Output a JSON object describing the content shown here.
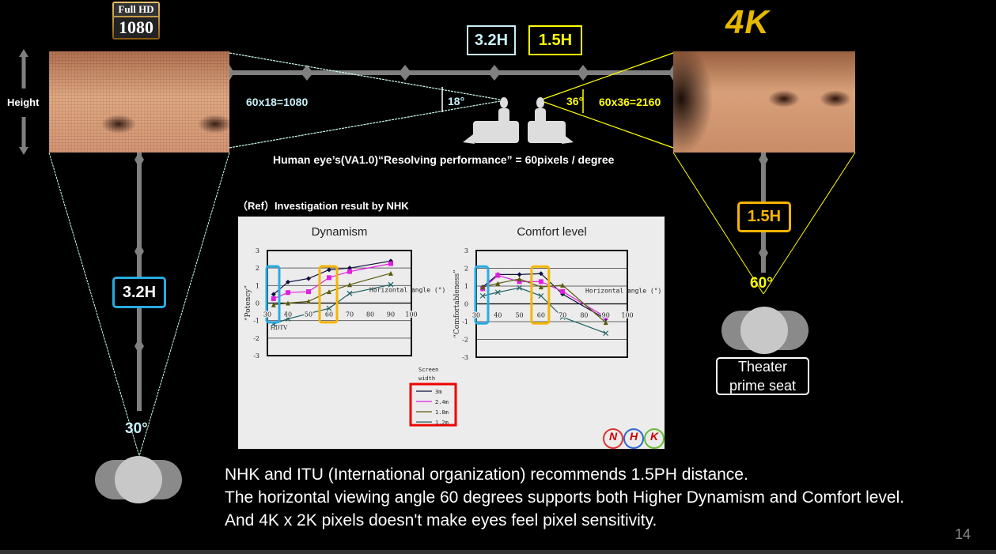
{
  "logos": {
    "fullhd_top": "Full HD",
    "fullhd_bottom": "1080",
    "k4": "4K",
    "nhk": [
      "N",
      "H",
      "K"
    ]
  },
  "left": {
    "height_label": "Height",
    "distance_label": "3.2H",
    "angle_label": "30°",
    "formula": "60x18=1080",
    "angle_small": "18°"
  },
  "right": {
    "distance_label": "1.5H",
    "angle_label": "60°",
    "seat_label": "Theater prime seat",
    "formula": "60x36=2160",
    "angle_small": "36°"
  },
  "top": {
    "callout_fhd": "3.2H",
    "callout_4k": "1.5H",
    "resolving_text": "Human eye’s(VA1.0)“Resolving performance” = 60pixels / degree"
  },
  "ref_label": "（Ref）Investigation result by NHK",
  "colors": {
    "cyan": "#29abe2",
    "orange": "#f7b500",
    "yellow": "#ffff00",
    "light_cyan": "#c8f0f8"
  },
  "chart_data": [
    {
      "type": "line",
      "title": "Dynamism",
      "ylabel": "“Potency”",
      "xlabel": "Horizontal angle (°)",
      "xlim": [
        30,
        100
      ],
      "ylim": [
        -3,
        3
      ],
      "xticks": [
        "30",
        "40",
        "50",
        "60",
        "70",
        "80",
        "90",
        "100"
      ],
      "yticks": [
        "3",
        "2",
        "1",
        "0",
        "-1",
        "-2",
        "-3"
      ],
      "annotation": "HDTV",
      "x": [
        33,
        40,
        50,
        60,
        70,
        90
      ],
      "series": [
        {
          "name": "3m",
          "values": [
            0.5,
            1.2,
            1.4,
            1.9,
            2.0,
            2.4
          ]
        },
        {
          "name": "2.4m",
          "values": [
            0.25,
            0.6,
            0.65,
            1.45,
            1.8,
            2.25
          ]
        },
        {
          "name": "1.8m",
          "values": [
            -0.1,
            0,
            0.1,
            0.65,
            1.05,
            1.7
          ]
        },
        {
          "name": "1.2m",
          "values": [
            -1.2,
            -0.9,
            -0.6,
            -0.3,
            0.55,
            1.05
          ]
        }
      ]
    },
    {
      "type": "line",
      "title": "Comfort level",
      "ylabel": "“Comfortableness”",
      "xlabel": "Horizontal angle (°)",
      "xlim": [
        30,
        100
      ],
      "ylim": [
        -3,
        3
      ],
      "xticks": [
        "30",
        "40",
        "50",
        "60",
        "70",
        "80",
        "90",
        "100"
      ],
      "yticks": [
        "3",
        "2",
        "1",
        "0",
        "-1",
        "-2",
        "-3"
      ],
      "x": [
        33,
        40,
        50,
        60,
        70,
        90
      ],
      "series": [
        {
          "name": "3m",
          "values": [
            0.95,
            1.65,
            1.65,
            1.7,
            0.55,
            -0.85
          ]
        },
        {
          "name": "2.4m",
          "values": [
            0.85,
            1.6,
            1.25,
            1.25,
            0.7,
            -0.75
          ]
        },
        {
          "name": "1.8m",
          "values": [
            0.95,
            1.15,
            1.4,
            0.95,
            1.05,
            -1.05
          ]
        },
        {
          "name": "1.2m",
          "values": [
            0.45,
            0.65,
            0.9,
            0.45,
            -0.75,
            -1.65
          ]
        }
      ]
    }
  ],
  "legend": {
    "title": "Screen width",
    "items": [
      "3m",
      "2.4m",
      "1.8m",
      "1.2m"
    ]
  },
  "series_colors": [
    "#101040",
    "#e020e0",
    "#5a5a10",
    "#206060"
  ],
  "bottom_text": [
    "NHK and ITU (International organization) recommends 1.5PH distance.",
    "The horizontal viewing angle 60 degrees supports both Higher Dynamism and Comfort level.",
    "And 4K x 2K pixels doesn't make eyes feel pixel sensitivity."
  ],
  "page_number": "14"
}
